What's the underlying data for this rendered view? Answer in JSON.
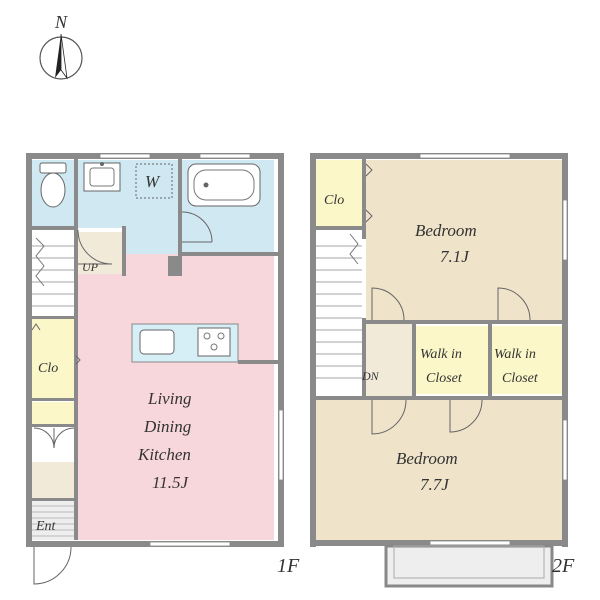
{
  "compass": {
    "label": "N"
  },
  "floor1": {
    "label": "1F",
    "rooms": {
      "washroom": "W",
      "up": "UP",
      "closet": "Clo",
      "ldk_line1": "Living",
      "ldk_line2": "Dining",
      "ldk_line3": "Kitchen",
      "ldk_size": "11.5J",
      "entrance": "Ent"
    }
  },
  "floor2": {
    "label": "2F",
    "rooms": {
      "closet": "Clo",
      "bedroom1_name": "Bedroom",
      "bedroom1_size": "7.1J",
      "walkin1_line1": "Walk in",
      "walkin1_line2": "Closet",
      "walkin2_line1": "Walk in",
      "walkin2_line2": "Closet",
      "down": "DN",
      "bedroom2_name": "Bedroom",
      "bedroom2_size": "7.7J"
    }
  },
  "colors": {
    "wet_area": "#cfe8f1",
    "ldk": "#f7d7dc",
    "bedroom": "#efe3c9",
    "closet": "#fbf7c9",
    "walls": "#8a8a8a"
  }
}
